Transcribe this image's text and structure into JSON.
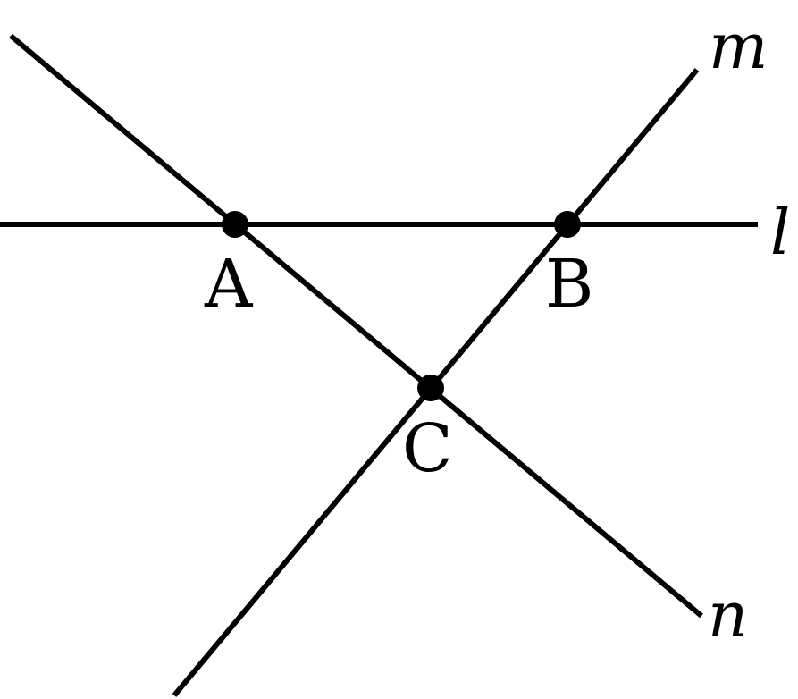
{
  "diagram": {
    "points": {
      "a": {
        "label": "A"
      },
      "b": {
        "label": "B"
      },
      "c": {
        "label": "C"
      }
    },
    "lines": {
      "l": {
        "label": "l"
      },
      "m": {
        "label": "m"
      },
      "n": {
        "label": "n"
      }
    },
    "colors": {
      "stroke": "#000000",
      "background": "#ffffff"
    }
  }
}
